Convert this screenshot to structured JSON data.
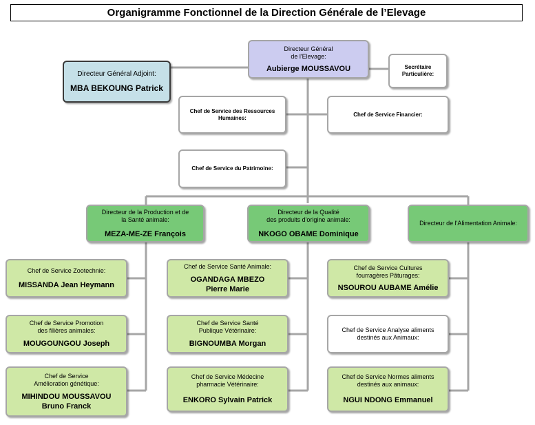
{
  "title": "Organigramme Fonctionnel de la Direction Générale de l’Elevage",
  "top": {
    "dg": {
      "label": "Directeur Général\nde l'Elevage:",
      "name": "Aubierge MOUSSAVOU"
    },
    "dga": {
      "label": "Directeur Général Adjoint:",
      "name": "MBA BEKOUNG  Patrick"
    },
    "secretaire": {
      "label": "Secrétaire\nParticulière:"
    },
    "rh": {
      "label": "Chef de Service des Ressources\nHumaines:"
    },
    "financier": {
      "label": "Chef de Service Financier:"
    },
    "patrimoine": {
      "label": "Chef de Service du Patrimoine:"
    }
  },
  "directions": [
    {
      "label": "Directeur de la Production et de\nla Santé animale:",
      "name": "MEZA-ME-ZE François",
      "services": [
        {
          "label": "Chef de Service Zootechnie:",
          "name": "MISSANDA  Jean Heymann"
        },
        {
          "label": "Chef de Service Promotion\ndes filières animales:",
          "name": "MOUGOUNGOU  Joseph"
        },
        {
          "label": "Chef de Service\nAmélioration génétique:",
          "name": "MIHINDOU  MOUSSAVOU\nBruno Franck"
        }
      ]
    },
    {
      "label": "Directeur de la Qualité\ndes produits d'origine animale:",
      "name": "NKOGO OBAME Dominique",
      "services": [
        {
          "label": "Chef de Service Santé Animale:",
          "name": "OGANDAGA  MBEZO\nPierre Marie"
        },
        {
          "label": "Chef de Service Santé\nPublique Vétérinaire:",
          "name": "BIGNOUMBA  Morgan"
        },
        {
          "label": "Chef de Service Médecine\npharmacie Vétérinaire:",
          "name": "ENKORO  Sylvain Patrick"
        }
      ]
    },
    {
      "label": "Directeur de l'Alimentation Animale:",
      "name": "",
      "services": [
        {
          "label": "Chef de Service Cultures\nfourragères Pâturages:",
          "name": "NSOUROU  AUBAME  Amélie"
        },
        {
          "label": "Chef de Service Analyse aliments\ndestinés aux Animaux:",
          "name": ""
        },
        {
          "label": "Chef de Service Normes aliments\ndestinés aux animaux:",
          "name": "NGUI  NDONG  Emmanuel"
        }
      ]
    }
  ]
}
